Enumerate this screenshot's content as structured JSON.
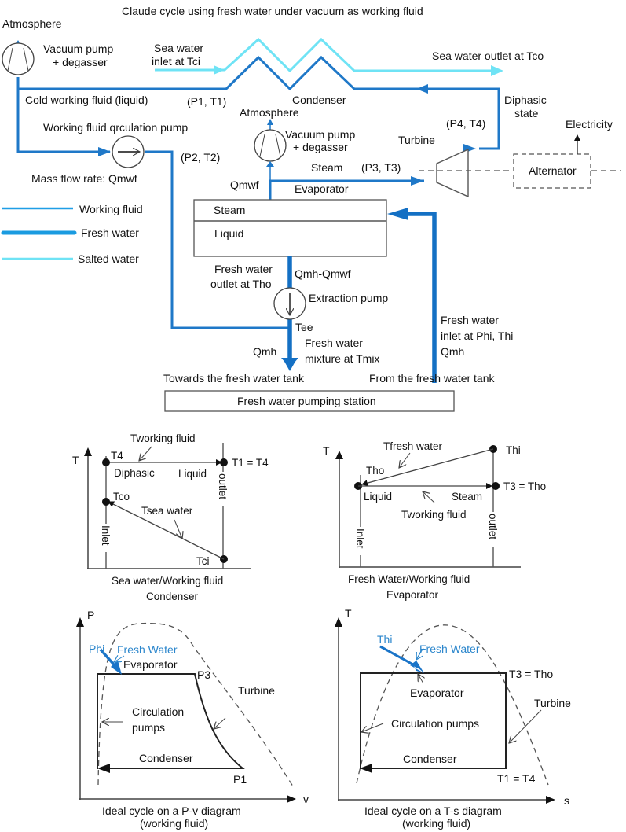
{
  "title": "Claude cycle using fresh water under vacuum as working fluid",
  "colors": {
    "working_fluid": "#1f78c8",
    "fresh_water": "#1470c4",
    "salted_water": "#6fe3f5",
    "annotation_blue": "#2b86cc"
  },
  "schematic": {
    "atmosphere_1": "Atmosphere",
    "vacuum_pump_1": [
      "Vacuum pump",
      "+ degasser"
    ],
    "sea_water_inlet": [
      "Sea water",
      "inlet at Tci"
    ],
    "sea_water_outlet": "Sea water outlet at Tco",
    "cold_working_fluid": "Cold working fluid (liquid)",
    "p1_t1": "(P1, T1)",
    "condenser": "Condenser",
    "diphasic_state": [
      "Diphasic",
      "state"
    ],
    "atmosphere_2": "Atmosphere",
    "vacuum_pump_2": [
      "Vacuum pump",
      "+ degasser"
    ],
    "circulation_pump": "Working fluid qrculation pump",
    "p2_t2": "(P2, T2)",
    "p4_t4": "(P4, T4)",
    "turbine": "Turbine",
    "electricity": "Electricity",
    "alternator": "Alternator",
    "mass_flow_rate": "Mass flow rate: Qmwf",
    "qmwf": "Qmwf",
    "steam_label": "Steam",
    "p3_t3": "(P3, T3)",
    "evaporator": "Evaporator",
    "evap_steam": "Steam",
    "evap_liquid": "Liquid",
    "fresh_water_outlet": [
      "Fresh water",
      "outlet at Tho"
    ],
    "qmh_minus_qmwf": "Qmh-Qmwf",
    "extraction_pump": "Extraction pump",
    "tee": "Tee",
    "qmh": "Qmh",
    "fresh_water_mixture": [
      "Fresh water",
      "mixture at Tmix"
    ],
    "fresh_water_inlet": [
      "Fresh water",
      "inlet at Phi, Thi",
      "Qmh"
    ],
    "towards_tank": "Towards the fresh water tank",
    "from_tank": "From the fresh water tank",
    "pumping_station": "Fresh water pumping station"
  },
  "legend": [
    {
      "label": "Working fluid",
      "type": "working_fluid"
    },
    {
      "label": "Fresh water",
      "type": "fresh_water"
    },
    {
      "label": "Salted water",
      "type": "salted_water"
    }
  ],
  "condenser_plot": {
    "y_axis": "T",
    "tworking_fluid": "Tworking fluid",
    "t4": "T4",
    "t1_eq_t4": "T1 = T4",
    "diphasic": "Diphasic",
    "liquid": "Liquid",
    "outlet": "outlet",
    "tco": "Tco",
    "tsea_water": "Tsea water",
    "inlet": "Inlet",
    "tci": "Tci",
    "caption": [
      "Sea water/Working fluid",
      "Condenser"
    ]
  },
  "evaporator_plot": {
    "y_axis": "T",
    "tfresh_water": "Tfresh water",
    "thi": "Thi",
    "tho": "Tho",
    "t3_eq_tho": "T3 = Tho",
    "liquid": "Liquid",
    "steam": "Steam",
    "tworking_fluid": "Tworking fluid",
    "inlet": "Inlet",
    "outlet": "outlet",
    "caption": [
      "Fresh Water/Working fluid",
      "Evaporator"
    ]
  },
  "pv_diagram": {
    "y_axis": "P",
    "x_axis": "v",
    "phi": "Phi",
    "fresh_water": "Fresh Water",
    "evaporator": "Evaporator",
    "p3": "P3",
    "turbine": "Turbine",
    "circulation_pumps": [
      "Circulation",
      "pumps"
    ],
    "condenser": "Condenser",
    "p1": "P1",
    "caption": [
      "Ideal cycle on a P-v diagram",
      "(working fluid)"
    ]
  },
  "ts_diagram": {
    "y_axis": "T",
    "x_axis": "s",
    "thi": "Thi",
    "fresh_water": "Fresh Water",
    "t3_eq_tho": "T3 = Tho",
    "evaporator": "Evaporator",
    "turbine": "Turbine",
    "circulation_pumps": "Circulation pumps",
    "condenser": "Condenser",
    "t1_eq_t4": "T1 = T4",
    "caption": [
      "Ideal cycle on a T-s diagram",
      "(working fluid)"
    ]
  }
}
